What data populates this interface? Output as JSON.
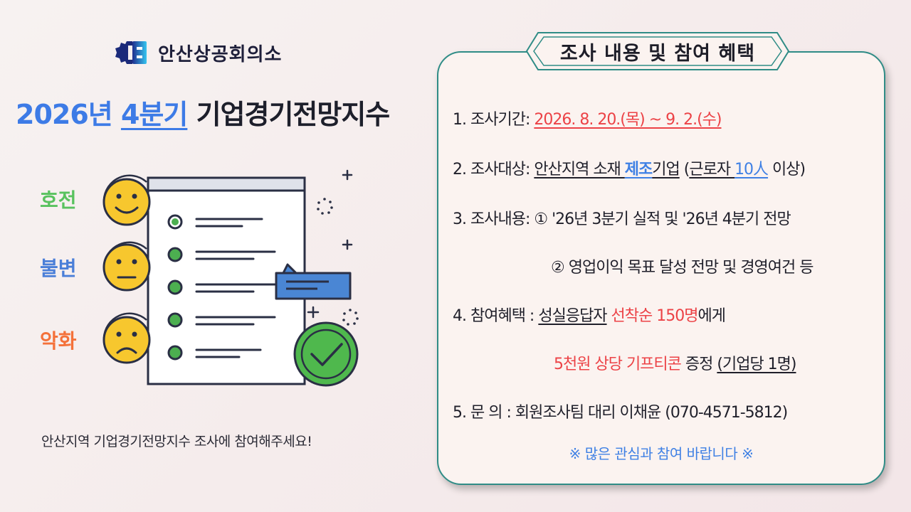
{
  "logo": {
    "name": "안산상공회의소"
  },
  "title": {
    "year": "2026년",
    "quarter": "4분기",
    "rest": "기업경기전망지수"
  },
  "moods": {
    "good": "호전",
    "neutral": "불변",
    "bad": "악화"
  },
  "caption": "안산지역 기업경기전망지수 조사에 참여해주세요!",
  "panel": {
    "header": "조사 내용 및 참여 혜택",
    "period": {
      "label": "1. 조사기간: ",
      "value": "2026. 8. 20.(목) ~ 9. 2.(수)"
    },
    "target": {
      "label": "2. 조사대상: ",
      "p1": "안산지역 소재 ",
      "p2": "제조",
      "p3": "기업",
      "p4": " (",
      "p5": "근로자 ",
      "p6": "10人",
      "p7": " 이상",
      "p8": ")"
    },
    "content": {
      "label": "3. 조사내용:  ",
      "item1": "① '26년 3분기 실적 및 '26년 4분기 전망",
      "item2": "② 영업이익 목표 달성 전망 및 경영여건 등"
    },
    "benefit": {
      "label": "4. 참여혜택 : ",
      "p1": "성실응답자",
      "p2": " 선착순 150명",
      "p3": "에게",
      "line2_red": "5천원 상당 기프티콘",
      "line2_mid": " 증정 ",
      "line2_u": "(기업당 1명)"
    },
    "contact": {
      "label": "5. 문        의 : ",
      "value": "회원조사팀 대리 이채윤 (070-4571-5812)"
    },
    "closing": "※ 많은 관심과 참여 바랍니다 ※"
  },
  "colors": {
    "accent_blue": "#3d7be6",
    "accent_red": "#ec4246",
    "good_green": "#58c25e",
    "bad_orange": "#f4713a",
    "panel_border": "#2f8c86"
  }
}
